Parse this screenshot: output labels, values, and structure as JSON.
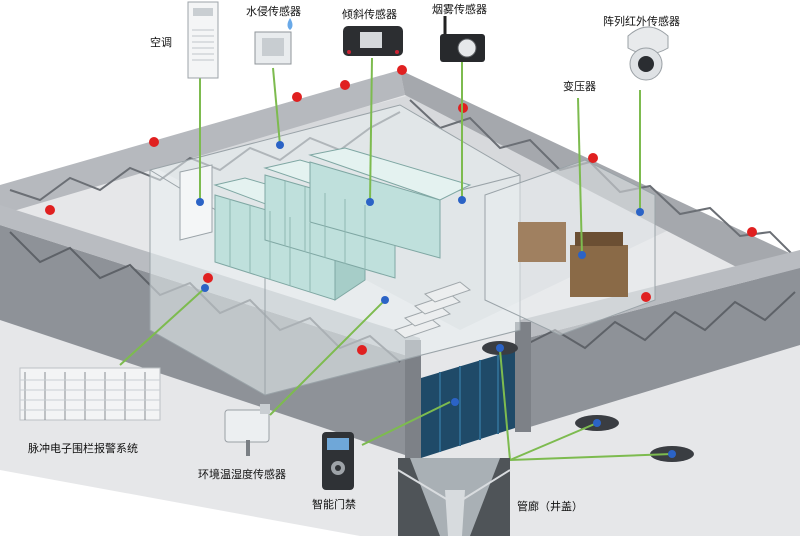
{
  "labels": {
    "air_conditioner": "空调",
    "water_sensor": "水侵传感器",
    "tilt_sensor": "倾斜传感器",
    "smoke_sensor": "烟雾传感器",
    "ir_array_sensor": "阵列红外传感器",
    "transformer": "变压器",
    "fence_alarm": "脉冲电子围栏报警系统",
    "env_sensor": "环境温湿度传感器",
    "access_control": "智能门禁",
    "pipe_gallery": "管廊（井盖）"
  },
  "colors": {
    "leader_line": "#7dbb4f",
    "sensor_dot": "#2b63c6",
    "wall": "#8e9298",
    "wall_top": "#b9bcc1",
    "ground": "#dfe1e4",
    "alarm": "#e02020",
    "gate": "#1f4a68",
    "cabinet": "#bfe0dc"
  }
}
